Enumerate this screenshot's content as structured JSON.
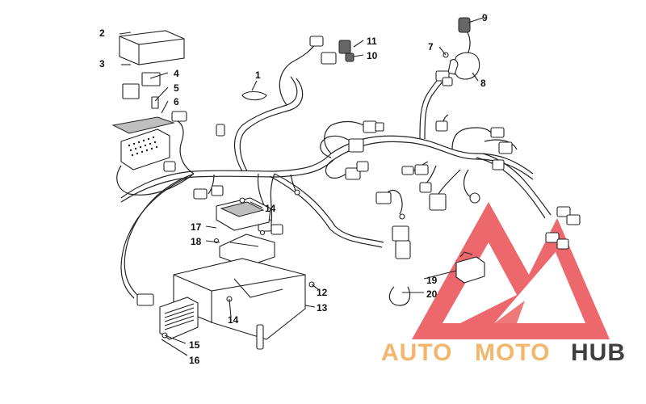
{
  "diagram": {
    "callouts": [
      "1",
      "2",
      "3",
      "4",
      "5",
      "6",
      "7",
      "8",
      "9",
      "10",
      "11",
      "12",
      "13",
      "14",
      "14",
      "15",
      "16",
      "17",
      "18",
      "19",
      "20"
    ]
  },
  "watermark": {
    "part1": "AUTO",
    "part2": "MOTO",
    "part3": "HUB",
    "colors": {
      "triangle": "#e8262b",
      "auto": "#f2b66d",
      "moto": "#f2b66d",
      "hub": "#3f3f3f"
    }
  }
}
